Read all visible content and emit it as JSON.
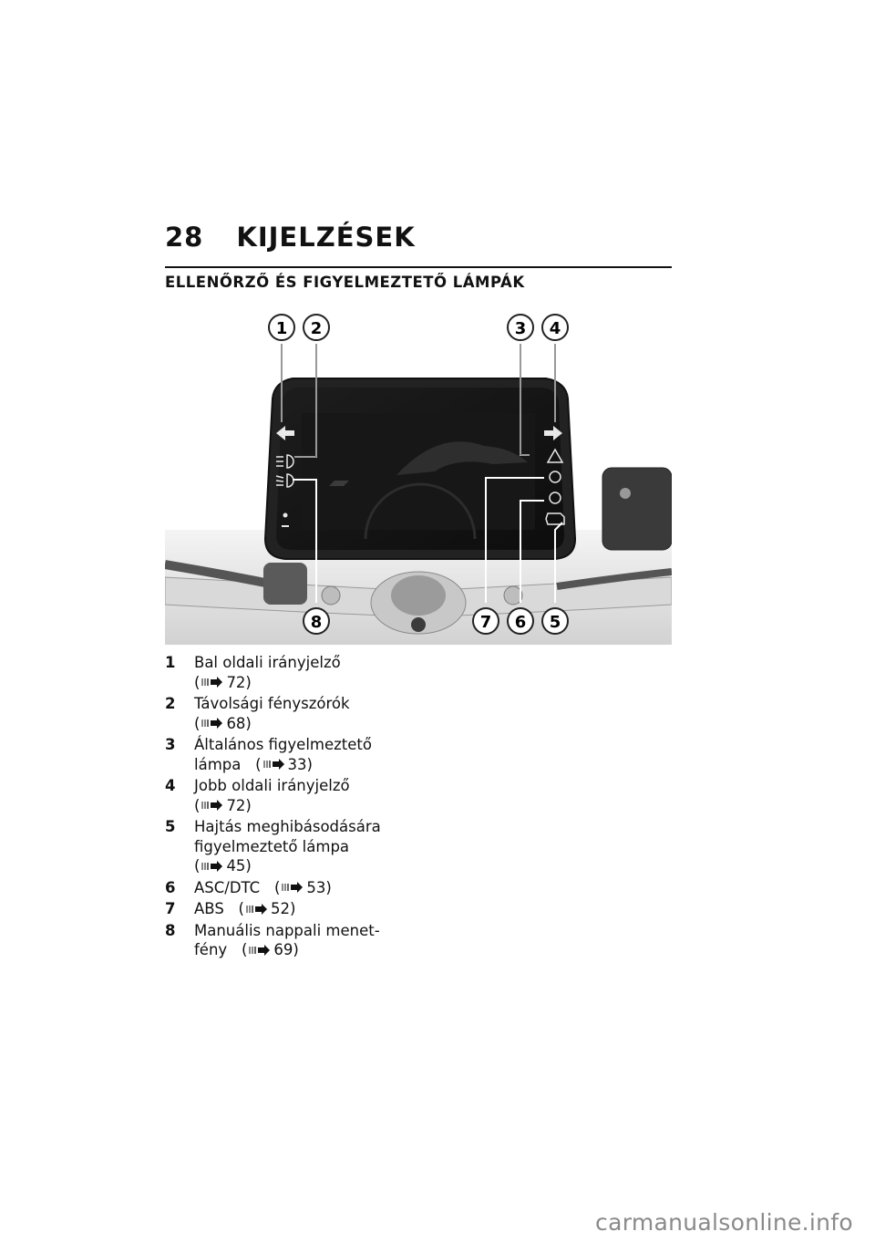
{
  "header": {
    "page_number": "28",
    "chapter_title": "KIJELZÉSEK",
    "section_title": "ELLENŐRZŐ ÉS FIGYELMEZTETŐ LÁMPÁK"
  },
  "figure": {
    "callouts": [
      "1",
      "2",
      "3",
      "4",
      "5",
      "6",
      "7",
      "8"
    ]
  },
  "legend": [
    {
      "num": "1",
      "lines": [
        "Bal oldali irányjelző"
      ],
      "ref": "72)"
    },
    {
      "num": "2",
      "lines": [
        "Távolsági fényszórók"
      ],
      "ref": "68)"
    },
    {
      "num": "3",
      "lines": [
        "Általános figyelmeztető"
      ],
      "ref_prefix": "lámpa",
      "ref": "33)"
    },
    {
      "num": "4",
      "lines": [
        "Jobb oldali irányjelző"
      ],
      "ref": "72)"
    },
    {
      "num": "5",
      "lines": [
        "Hajtás meghibásodására",
        "figyelmeztető lámpa"
      ],
      "ref": "45)"
    },
    {
      "num": "6",
      "ref_prefix": "ASC/DTC",
      "ref": "53)"
    },
    {
      "num": "7",
      "ref_prefix": "ABS",
      "ref": "52)"
    },
    {
      "num": "8",
      "lines": [
        "Manuális nappali menet-"
      ],
      "ref_prefix": "fény",
      "ref": "69)"
    }
  ],
  "watermark": "carmanualsonline.info"
}
